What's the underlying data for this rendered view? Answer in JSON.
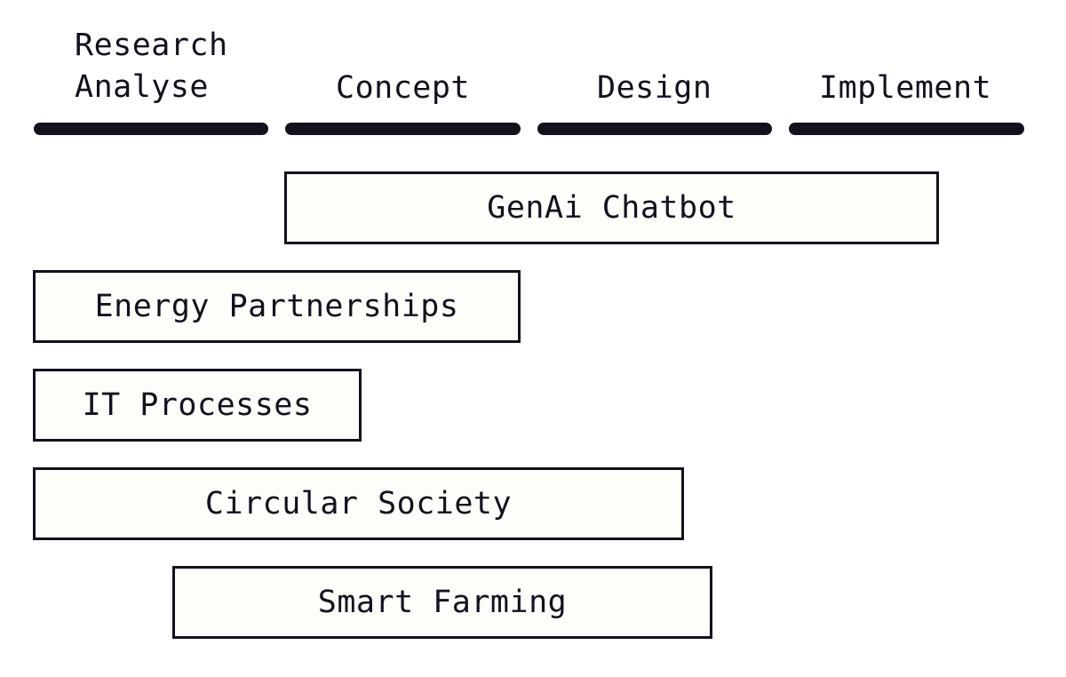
{
  "phases": [
    {
      "line1": "Research",
      "line2": "Analyse"
    },
    {
      "label": "Concept"
    },
    {
      "label": "Design"
    },
    {
      "label": "Implement"
    }
  ],
  "projects": [
    {
      "label": "GenAi Chatbot"
    },
    {
      "label": "Energy Partnerships"
    },
    {
      "label": "IT Processes"
    },
    {
      "label": "Circular Society"
    },
    {
      "label": "Smart Farming"
    }
  ],
  "colors": {
    "ink": "#15101e",
    "box_fill": "#fffdf9",
    "background": "#ffffff"
  }
}
